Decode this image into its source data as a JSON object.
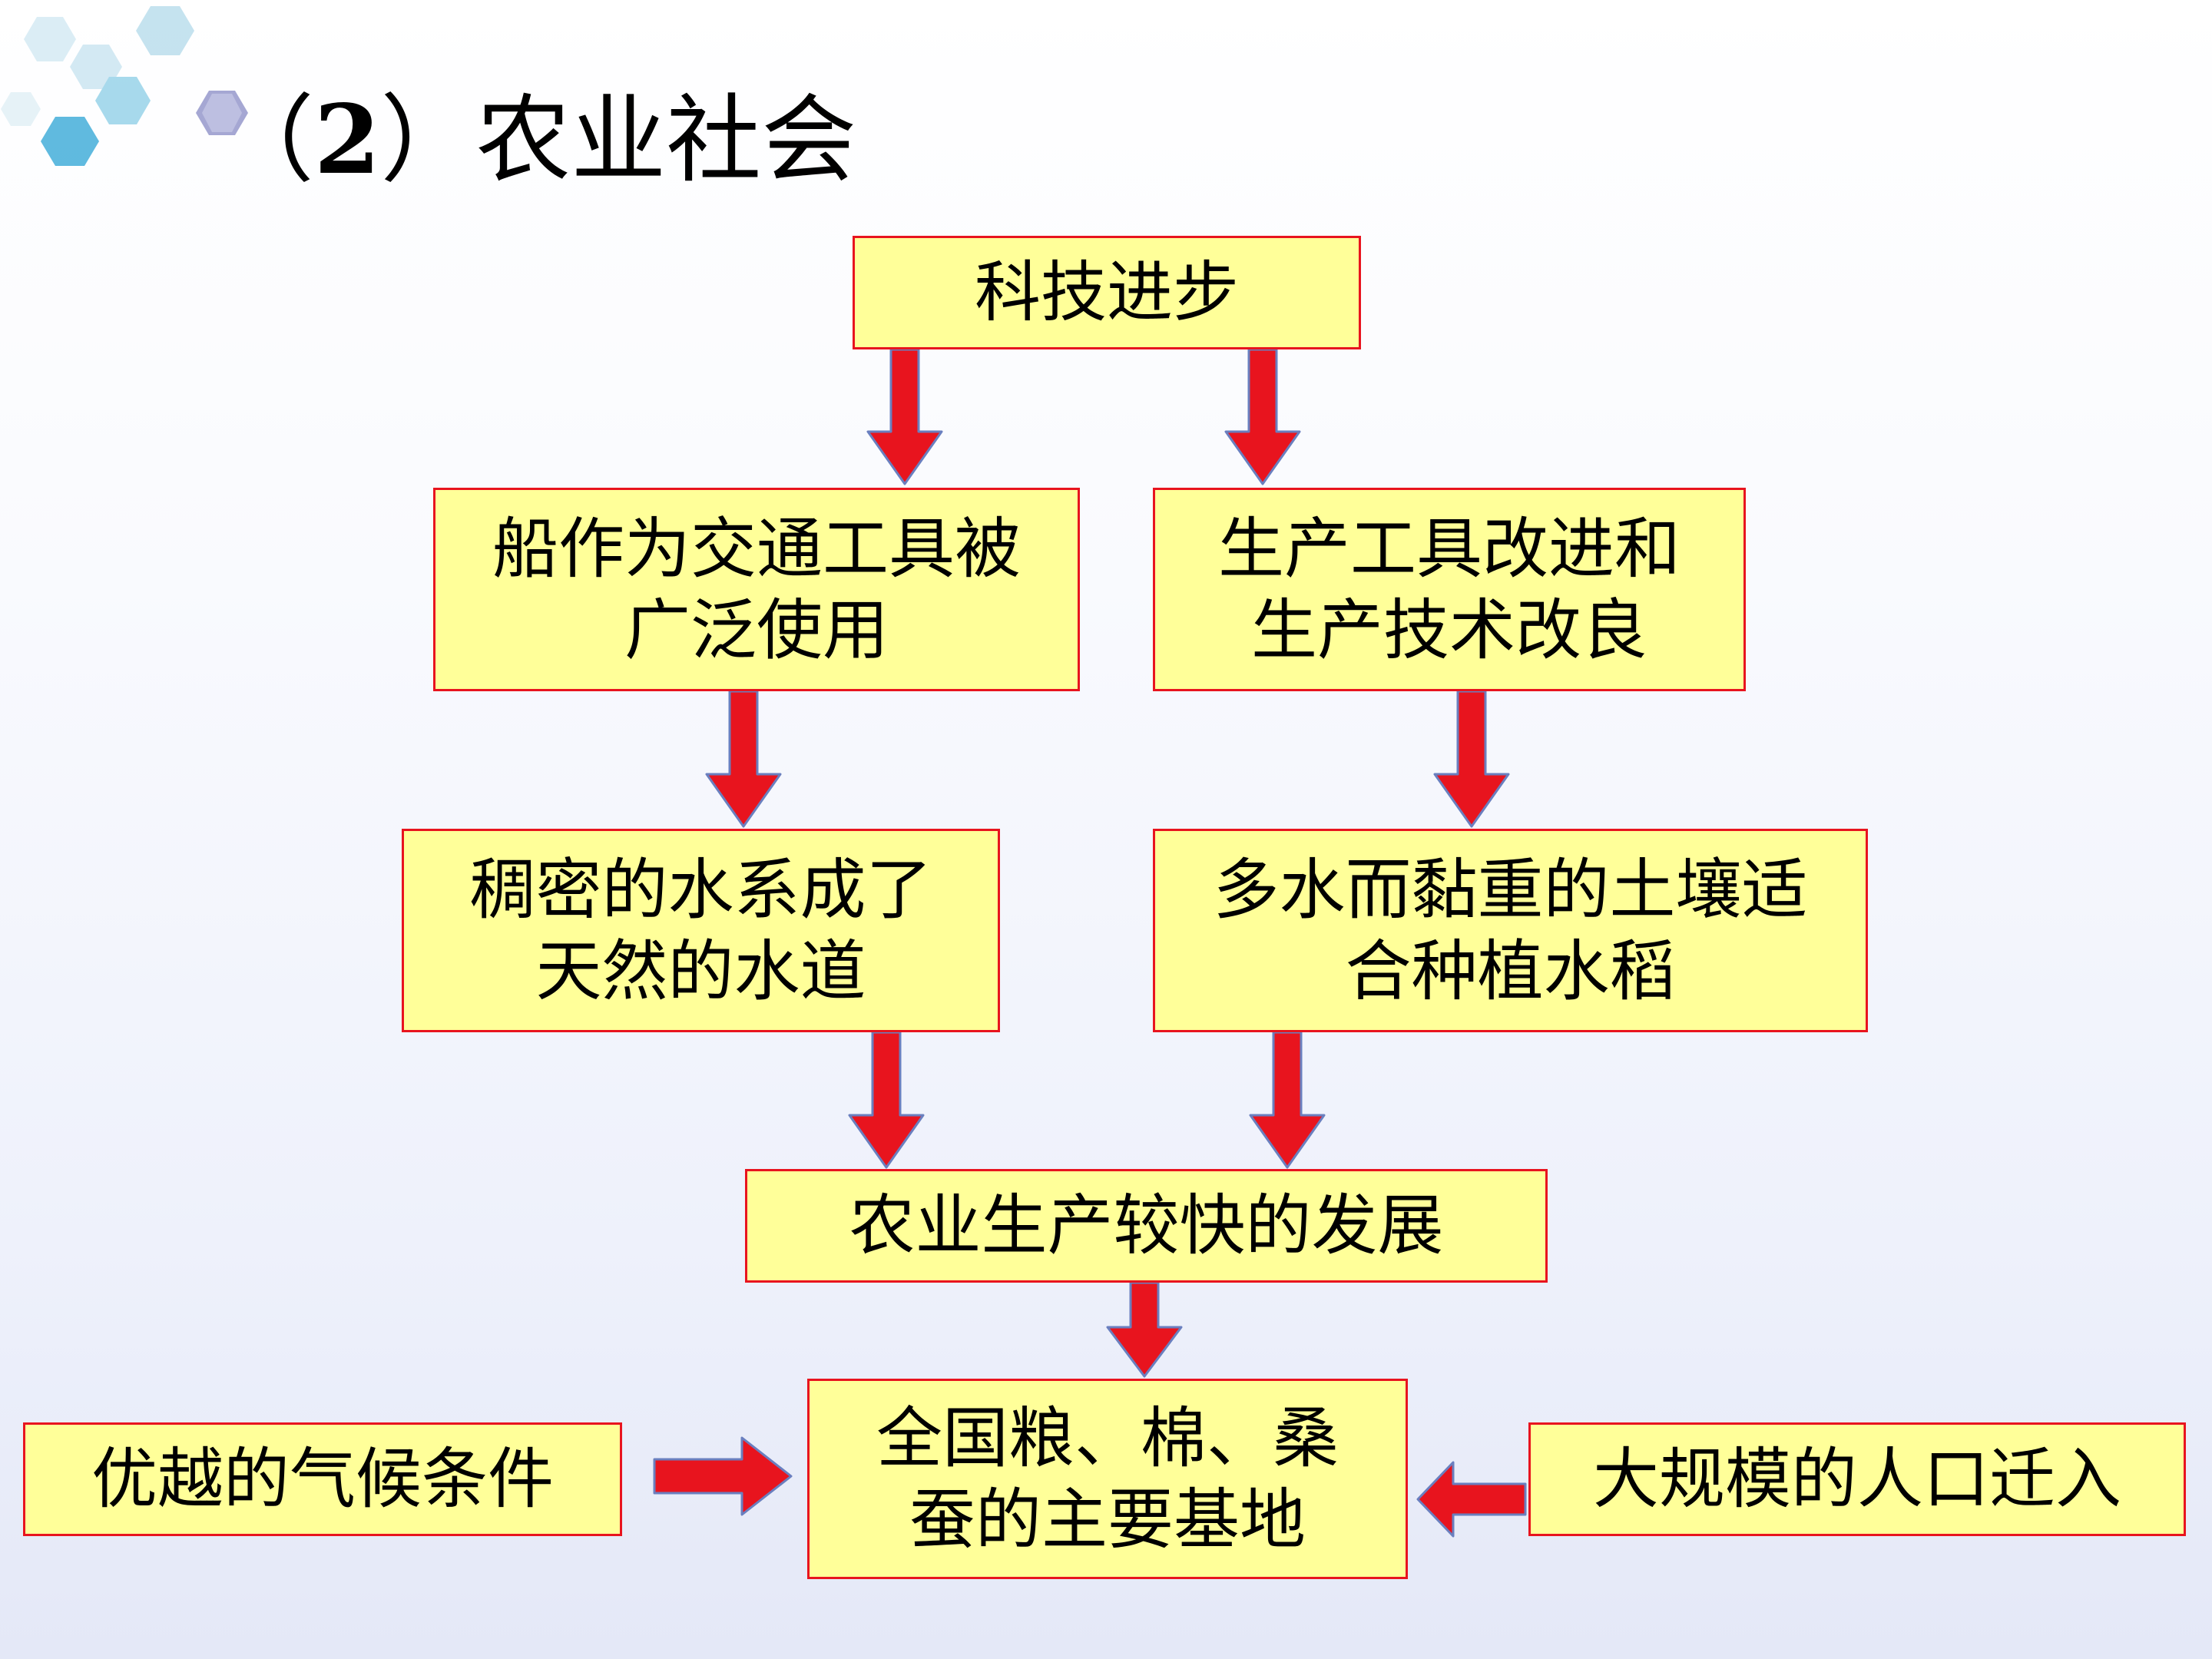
{
  "title": {
    "prefix": "（",
    "number": "2",
    "suffix": "）农业社会"
  },
  "nodes": {
    "tech_progress": "科技进步",
    "boat_line1": "船作为交通工具被",
    "boat_line2": "广泛使用",
    "tools_line1": "生产工具改进和",
    "tools_line2": "生产技术改良",
    "water_line1": "稠密的水系成了",
    "water_line2": "天然的水道",
    "soil_line1": "多水而黏重的土壤适",
    "soil_line2": "合种植水稻",
    "agri_dev": "农业生产较快的发展",
    "base_line1": "全国粮、棉、桑",
    "base_line2": "蚕的主要基地",
    "climate": "优越的气候条件",
    "migration": "大规模的人口迁入"
  },
  "colors": {
    "box_fill": "#ffff99",
    "box_border": "#e8141e",
    "arrow_fill": "#e8141e",
    "arrow_outline": "#6a7fbf"
  }
}
